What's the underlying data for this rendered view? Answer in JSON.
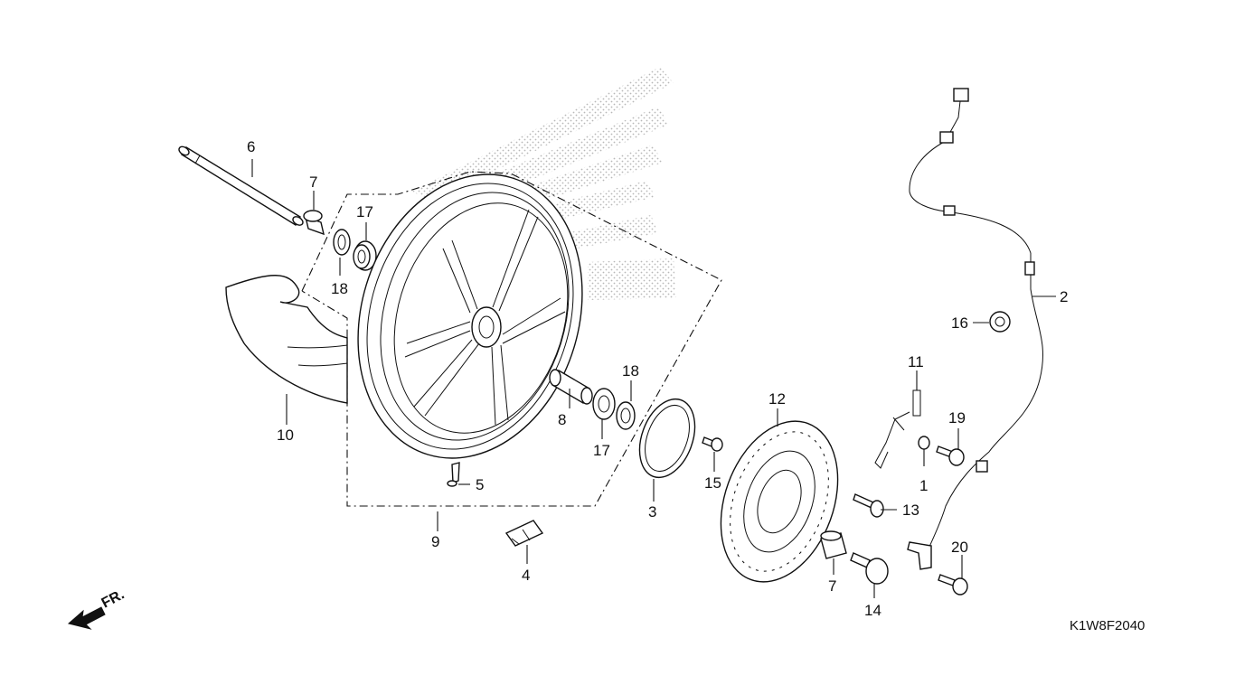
{
  "diagram_code": "K1W8F2040",
  "front_indicator": "FR.",
  "callouts": {
    "c1": "1",
    "c2": "2",
    "c3": "3",
    "c4": "4",
    "c5": "5",
    "c6": "6",
    "c7a": "7",
    "c7b": "7",
    "c8": "8",
    "c9": "9",
    "c10": "10",
    "c11": "11",
    "c12": "12",
    "c13": "13",
    "c14": "14",
    "c15": "15",
    "c16": "16",
    "c17a": "17",
    "c17b": "17",
    "c18a": "18",
    "c18b": "18",
    "c19": "19",
    "c20": "20"
  },
  "parts": [
    "axle",
    "collar",
    "dust-seal",
    "bearing",
    "mudguard",
    "front-wheel",
    "valve",
    "weight",
    "distance-collar",
    "pulser-ring",
    "bolt",
    "brake-disc",
    "disc-bolt",
    "speed-sensor-harness",
    "clip",
    "stay",
    "nut",
    "flange-bolt"
  ]
}
